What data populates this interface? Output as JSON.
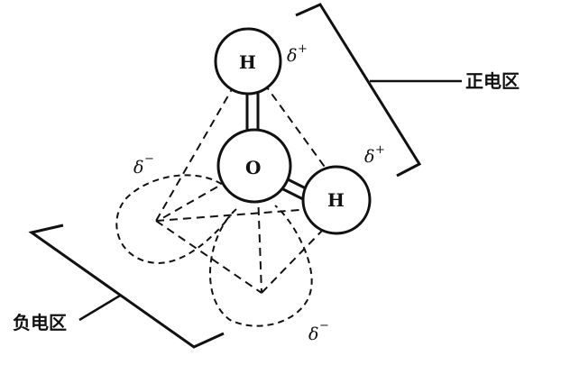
{
  "atoms": {
    "oxygen": "O",
    "hydrogen_top": "H",
    "hydrogen_right": "H"
  },
  "charges": {
    "delta_symbol": "δ",
    "plus": "+",
    "minus": "−"
  },
  "regions": {
    "positive": "正电区",
    "negative": "负电区"
  }
}
